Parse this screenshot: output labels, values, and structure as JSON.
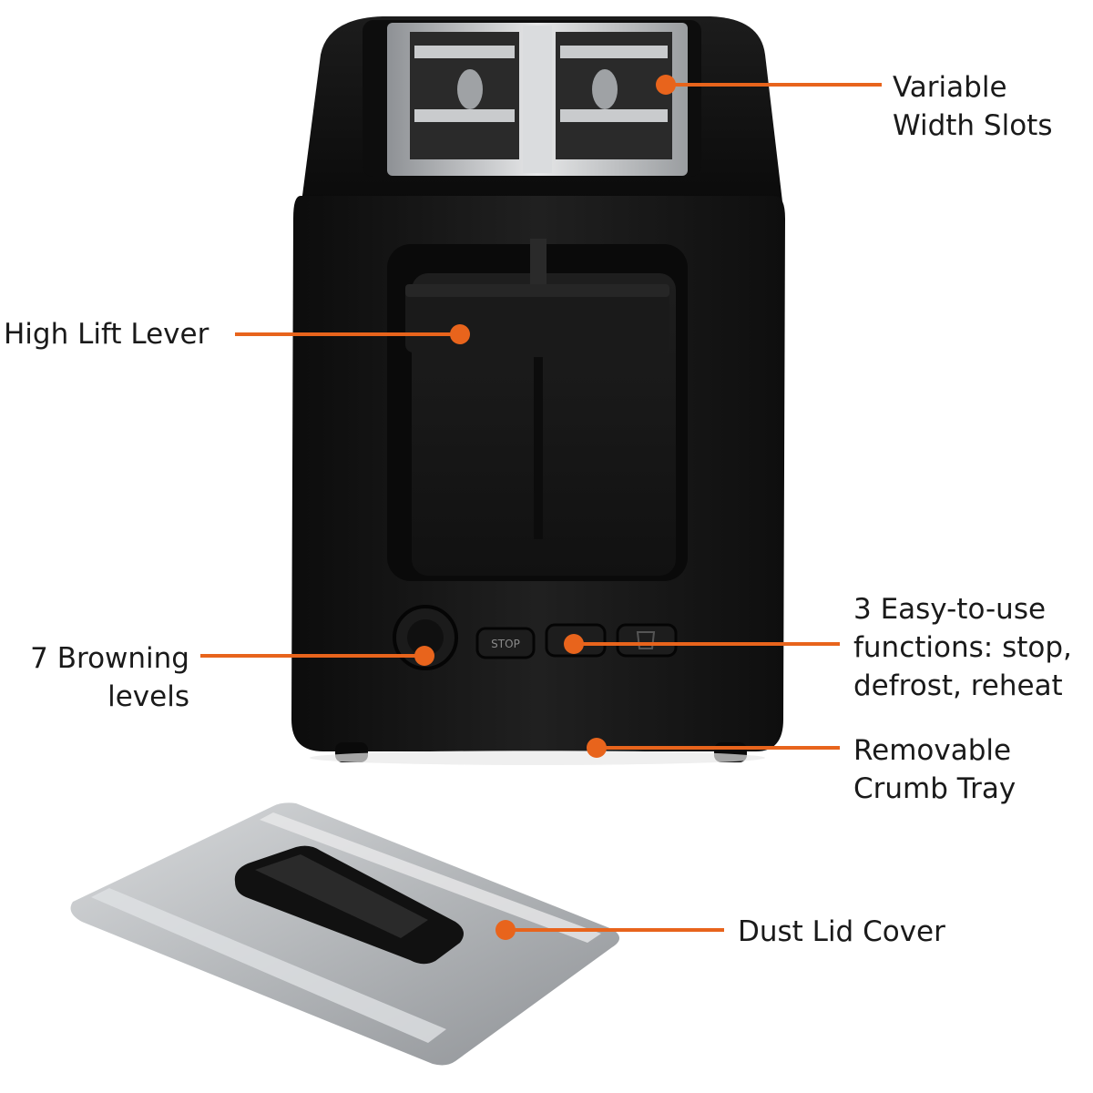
{
  "callout_color": "#e8641c",
  "callouts": {
    "slots": {
      "lines": [
        "Variable",
        "Width Slots"
      ]
    },
    "lever": {
      "lines": [
        "High Lift Lever"
      ]
    },
    "browning": {
      "lines": [
        "7 Browning",
        "levels"
      ]
    },
    "functions": {
      "lines": [
        "3 Easy-to-use",
        "functions: stop,",
        "defrost, reheat"
      ]
    },
    "crumb_tray": {
      "lines": [
        "Removable",
        "Crumb Tray"
      ]
    },
    "dust_lid": {
      "lines": [
        "Dust Lid Cover"
      ]
    }
  },
  "product": {
    "button_stop_label": "STOP",
    "toaster_color": "#141414",
    "lid_color": "#b9bcbf"
  }
}
